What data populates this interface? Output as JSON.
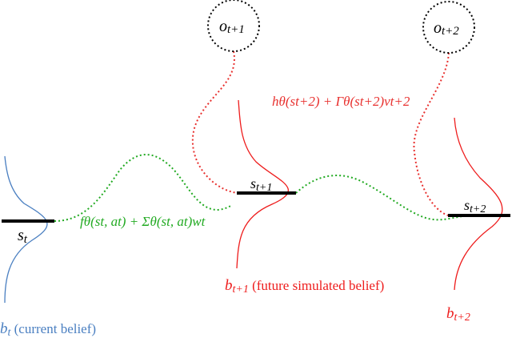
{
  "nodes": {
    "obs_t1": {
      "base": "o",
      "sub": "t+1"
    },
    "obs_t2": {
      "base": "o",
      "sub": "t+2"
    }
  },
  "states": {
    "s_t": {
      "base": "s",
      "sub": "t"
    },
    "s_t1": {
      "base": "s",
      "sub": "t+1"
    },
    "s_t2": {
      "base": "s",
      "sub": "t+2"
    }
  },
  "labels": {
    "b_t": {
      "base": "b",
      "sub": "t",
      "desc": " (current belief)"
    },
    "b_t1": {
      "base": "b",
      "sub": "t+1",
      "desc": " (future simulated belief)"
    },
    "b_t2": {
      "base": "b",
      "sub": "t+2"
    }
  },
  "equations": {
    "transition": "fθ(st, at) + Σθ(st, at)wt",
    "observation": "hθ(st+2) + Γθ(st+2)vt+2"
  },
  "colors": {
    "current_belief": "#4a7fc1",
    "future_belief": "#ee1c1c",
    "transition": "#22aa22",
    "observation_link": "#e8312f",
    "state_bar": "#000000"
  }
}
